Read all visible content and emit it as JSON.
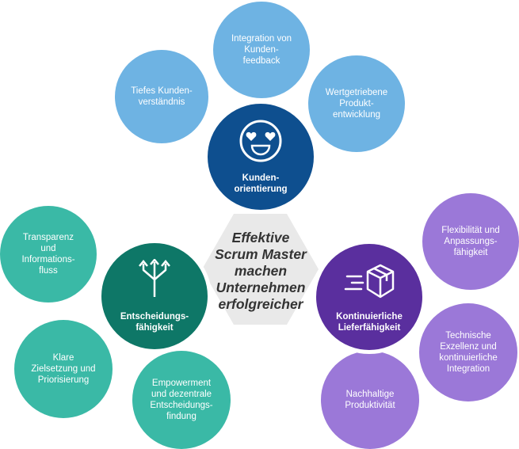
{
  "center": {
    "text": "Effektive\nScrum Master\nmachen\nUnternehmen\nerfolgreicher"
  },
  "colors": {
    "center_hex": "#e9e9e9",
    "blue_dark": "#0e4f8f",
    "blue_light": "#6eb3e3",
    "teal_dark": "#0e7767",
    "teal_light": "#3ab9a6",
    "purple_dark": "#5a2f9e",
    "purple_light": "#9b78d8"
  },
  "main": {
    "kunden": {
      "label": "Kunden-\norientierung",
      "icon": "smiley-heart-eyes-icon"
    },
    "entscheidung": {
      "label": "Entscheidungs-\nfähigkeit",
      "icon": "split-arrows-icon"
    },
    "liefer": {
      "label": "Kontinuierliche\nLieferfähigkeit",
      "icon": "delivery-box-icon"
    }
  },
  "satellites": {
    "blue": [
      {
        "text": "Tiefes Kunden-\nverständnis"
      },
      {
        "text": "Integration von\nKunden-\nfeedback"
      },
      {
        "text": "Wertgetriebene\nProdukt-\nentwicklung"
      }
    ],
    "teal": [
      {
        "text": "Transparenz\nund\nInformations-\nfluss"
      },
      {
        "text": "Klare\nZielsetzung und\nPriorisierung"
      },
      {
        "text": "Empowerment\nund dezentrale\nEntscheidungs-\nfindung"
      }
    ],
    "purple": [
      {
        "text": "Flexibilität und\nAnpassungs-\nfähigkeit"
      },
      {
        "text": "Technische\nExzellenz und\nkontinuierliche\nIntegration"
      },
      {
        "text": "Nachhaltige\nProduktivität"
      }
    ]
  }
}
